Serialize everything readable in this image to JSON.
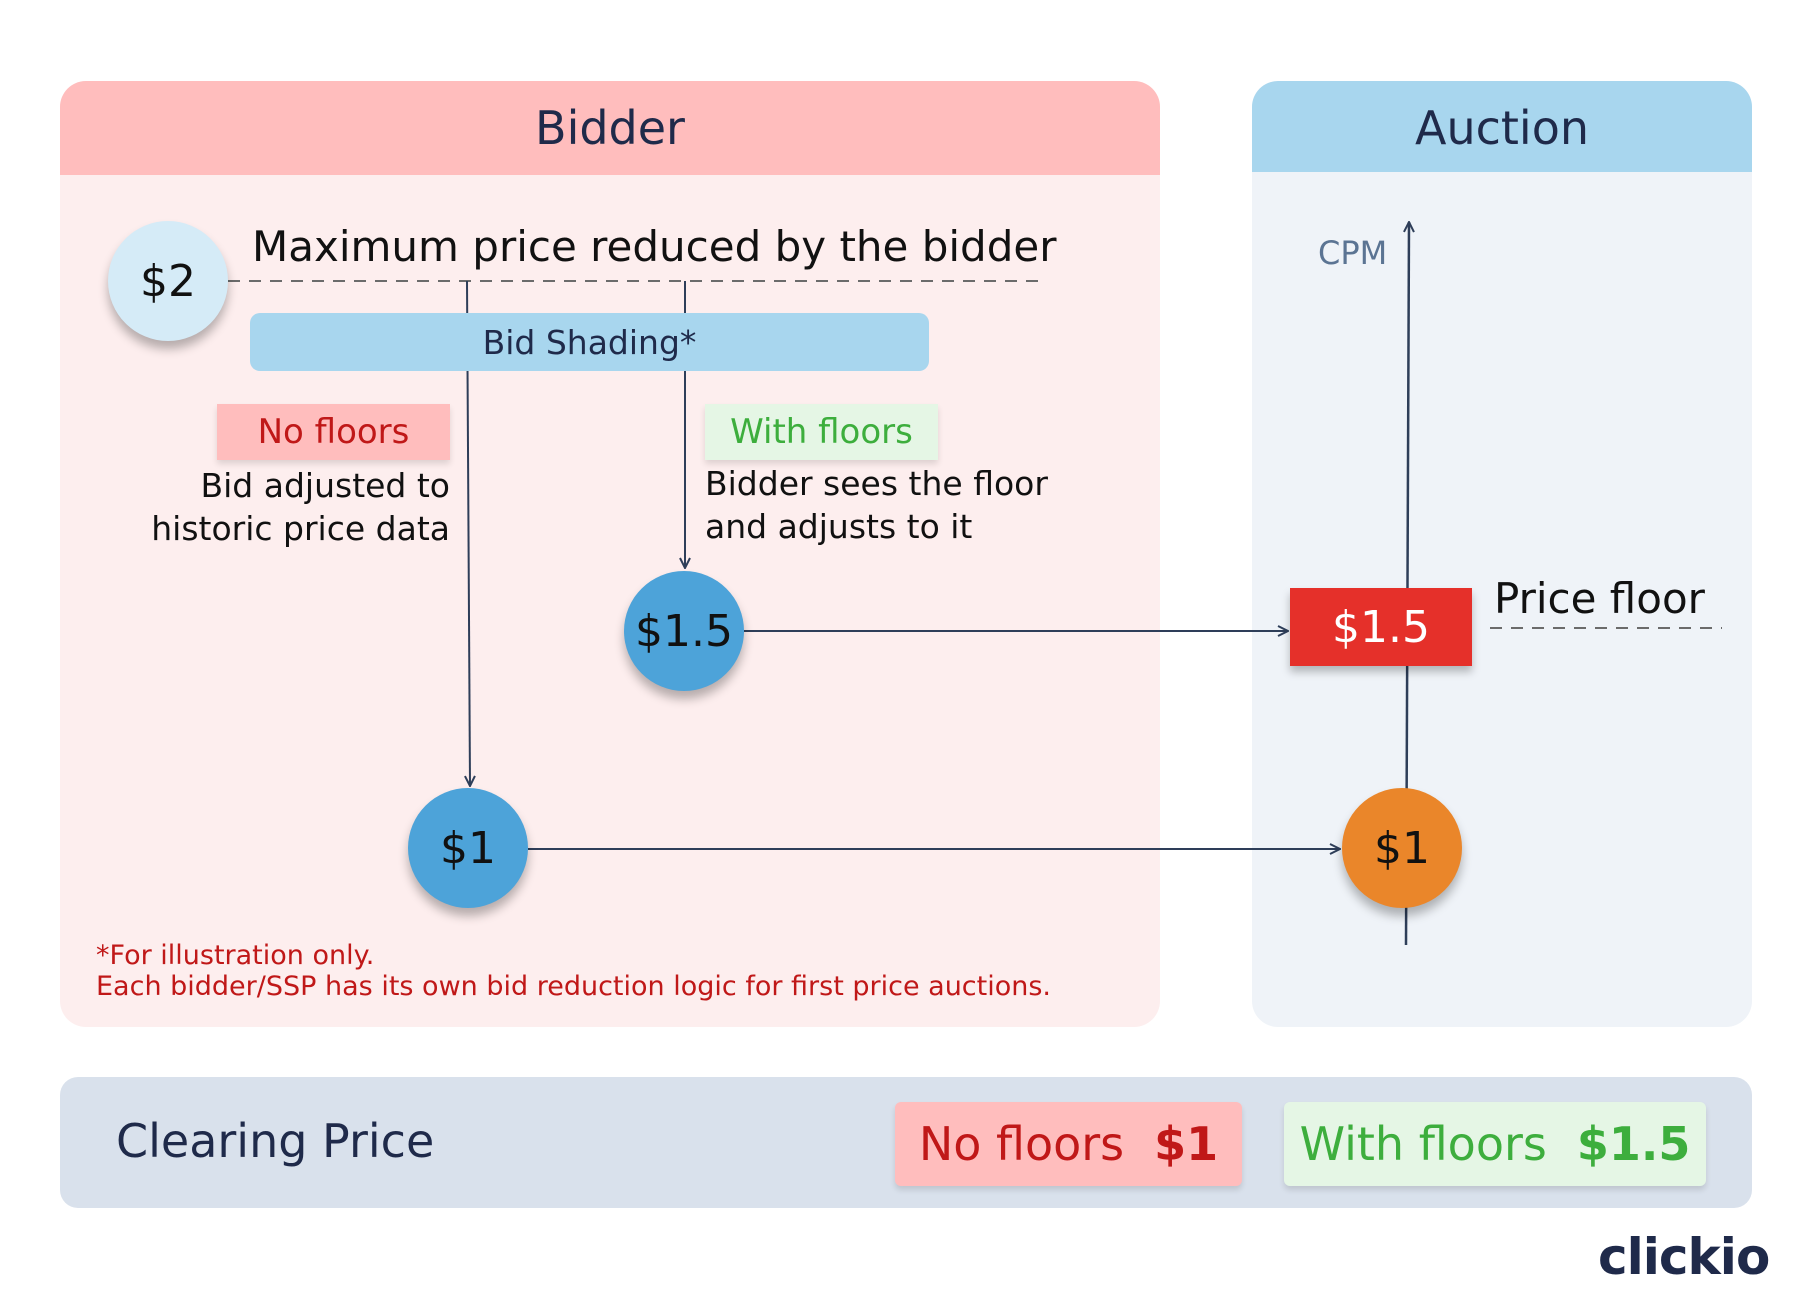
{
  "bidder": {
    "title": "Bidder",
    "max_price": "$2",
    "max_price_label": "Maximum price reduced by the bidder",
    "bid_shading_label": "Bid Shading*",
    "no_floors": {
      "tag": "No floors",
      "description_line1": "Bid adjusted to",
      "description_line2": "historic price data",
      "bid": "$1"
    },
    "with_floors": {
      "tag": "With floors",
      "description_line1": "Bidder sees the floor",
      "description_line2": "and adjusts to it",
      "bid": "$1.5"
    },
    "footnote_line1": "*For illustration only.",
    "footnote_line2": "Each bidder/SSP has its own bid reduction logic for first price auctions."
  },
  "auction": {
    "title": "Auction",
    "axis_label": "CPM",
    "price_floor_value": "$1.5",
    "price_floor_label": "Price floor",
    "clearing_bid": "$1"
  },
  "clearing": {
    "title": "Clearing Price",
    "no_floors_label": "No floors",
    "no_floors_value": "$1",
    "with_floors_label": "With floors",
    "with_floors_value": "$1.5"
  },
  "logo": "clickio",
  "colors": {
    "bidder_header": "#ffbdbd",
    "bidder_bg": "#fdeeee",
    "auction_header": "#a8d6ee",
    "auction_bg": "#eff3f8",
    "bid_circle": "#4da3d9",
    "clearing_circle": "#ea862a",
    "floor_box": "#e5302a",
    "no_floors_text": "#c01818",
    "with_floors_text": "#3dae3d"
  }
}
